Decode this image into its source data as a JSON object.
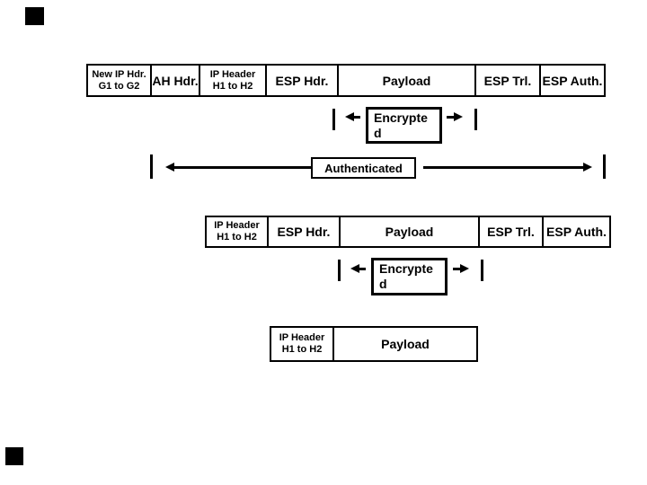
{
  "colors": {
    "ink": "#000000",
    "background": "#ffffff"
  },
  "rows": [
    {
      "name": "ah-esp-tunnel-mode-packet",
      "fields": [
        {
          "line1": "New IP Hdr.",
          "line2": "G1 to G2"
        },
        {
          "line1": "AH Hdr."
        },
        {
          "line1": "IP Header",
          "line2": "H1 to H2"
        },
        {
          "line1": "ESP Hdr."
        },
        {
          "line1": "Payload"
        },
        {
          "line1": "ESP Trl."
        },
        {
          "line1": "ESP Auth."
        }
      ]
    },
    {
      "name": "esp-transport-mode-packet",
      "fields": [
        {
          "line1": "IP Header",
          "line2": "H1 to H2"
        },
        {
          "line1": "ESP Hdr."
        },
        {
          "line1": "Payload"
        },
        {
          "line1": "ESP Trl."
        },
        {
          "line1": "ESP Auth."
        }
      ]
    },
    {
      "name": "original-ip-packet",
      "fields": [
        {
          "line1": "IP Header",
          "line2": "H1 to H2"
        },
        {
          "line1": "Payload"
        }
      ]
    }
  ],
  "annotations": {
    "encrypted_top": {
      "line1": "Encrypte",
      "line2": "d"
    },
    "encrypted_middle": {
      "line1": "Encrypte",
      "line2": "d"
    },
    "authenticated": {
      "label": "Authenticated"
    }
  }
}
